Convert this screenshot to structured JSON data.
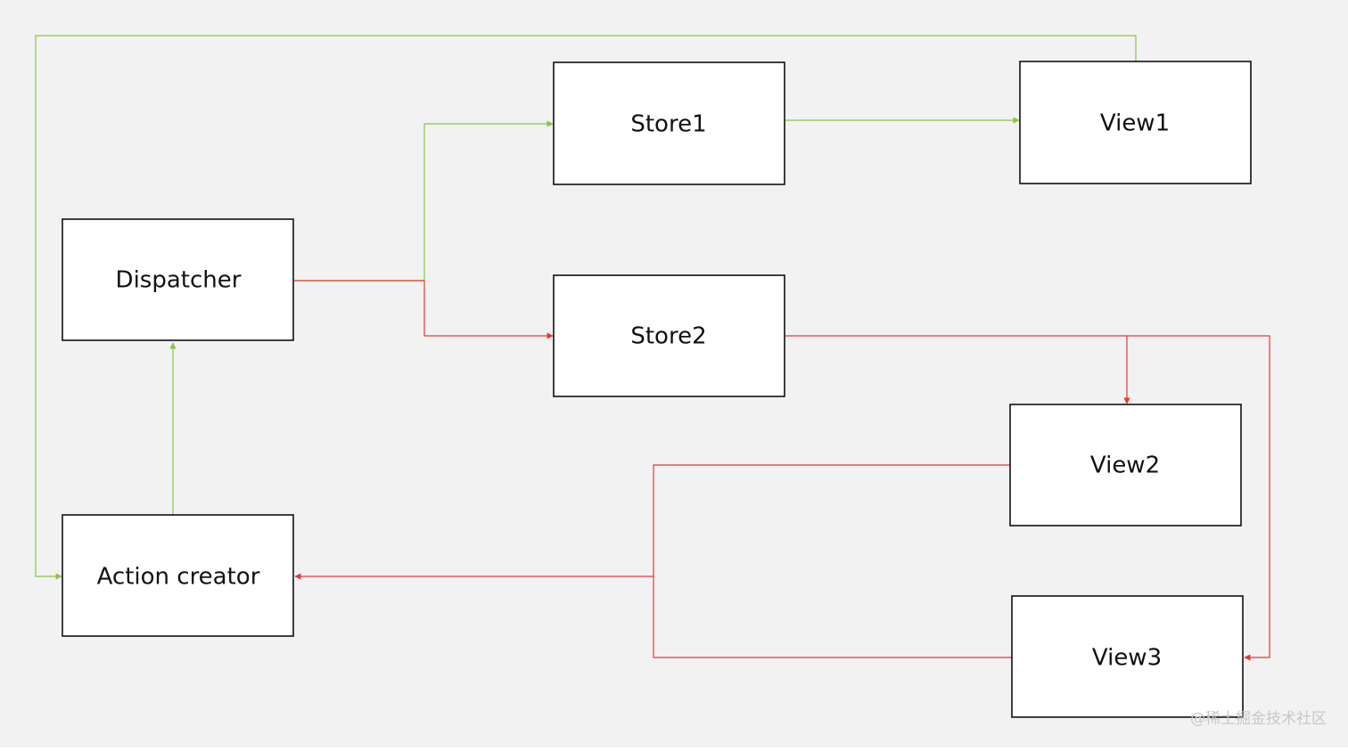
{
  "diagram": {
    "nodes": {
      "dispatcher": {
        "label": "Dispatcher"
      },
      "action_creator": {
        "label": "Action creator"
      },
      "store1": {
        "label": "Store1"
      },
      "store2": {
        "label": "Store2"
      },
      "view1": {
        "label": "View1"
      },
      "view2": {
        "label": "View2"
      },
      "view3": {
        "label": "View3"
      }
    },
    "edges": [
      {
        "from": "action_creator",
        "to": "dispatcher",
        "color": "green"
      },
      {
        "from": "dispatcher",
        "to": "store1",
        "color": "green"
      },
      {
        "from": "dispatcher",
        "to": "store2",
        "color": "red"
      },
      {
        "from": "store1",
        "to": "view1",
        "color": "green"
      },
      {
        "from": "view1",
        "to": "action_creator",
        "color": "green"
      },
      {
        "from": "store2",
        "to": "view2",
        "color": "red"
      },
      {
        "from": "store2",
        "to": "view3",
        "color": "red"
      },
      {
        "from": "view2",
        "to": "action_creator",
        "color": "red"
      },
      {
        "from": "view3",
        "to": "action_creator",
        "color": "red"
      }
    ],
    "colors": {
      "green": "#8bc34a",
      "red": "#e53935",
      "background": "#f2f2f2",
      "node_fill": "#ffffff",
      "node_border": "#111111"
    }
  },
  "watermark": "@稀土掘金技术社区"
}
